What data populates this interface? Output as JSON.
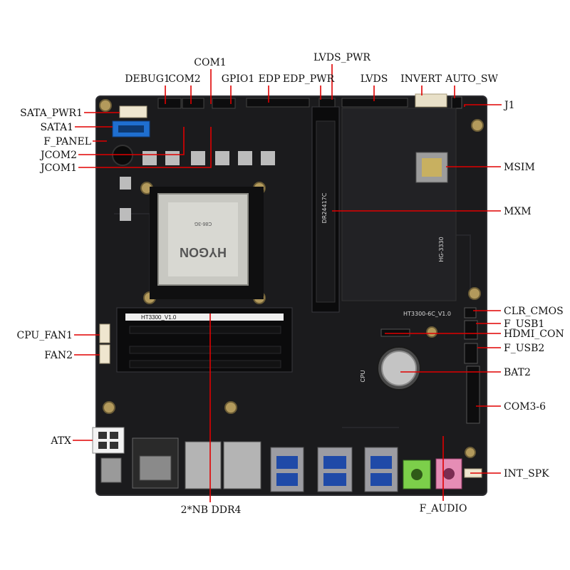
{
  "colors": {
    "board": "#1b1b1d",
    "board_edge": "#2a2a2d",
    "leader": "#e00000",
    "label": "#111111"
  },
  "labels": {
    "com1": "COM1",
    "lvds_pwr": "LVDS_PWR",
    "debug1": "DEBUG1",
    "com2": "COM2",
    "gpio1": "GPIO1",
    "edp": "EDP",
    "edp_pwr": "EDP_PWR",
    "lvds": "LVDS",
    "invert": "INVERT",
    "auto_sw": "AUTO_SW",
    "sata_pwr1": "SATA_PWR1",
    "sata1": "SATA1",
    "f_panel": "F_PANEL",
    "jcom2": "JCOM2",
    "jcom1": "JCOM1",
    "cpu_fan1": "CPU_FAN1",
    "fan2": "FAN2",
    "atx": "ATX",
    "ddr4": "2*NB DDR4",
    "f_audio": "F_AUDIO",
    "j1": "J1",
    "msim": "MSIM",
    "mxm": "MXM",
    "clr_cmos": "CLR_CMOS",
    "f_usb1": "F_USB1",
    "hdmi_con": "HDMI_CON",
    "f_usb2": "F_USB2",
    "bat2": "BAT2",
    "com3_6": "COM3-6",
    "int_spk": "INT_SPK"
  },
  "board_text": {
    "cpu_brand": "HYGON",
    "cpu_model": "C86-3G",
    "dimm_label": "HT3300_V1.0",
    "board_model": "HT3300-6C_V1.0",
    "mxm_code": "DR24417C",
    "hg_code": "HG-3330",
    "cpu_silk": "CPU"
  }
}
